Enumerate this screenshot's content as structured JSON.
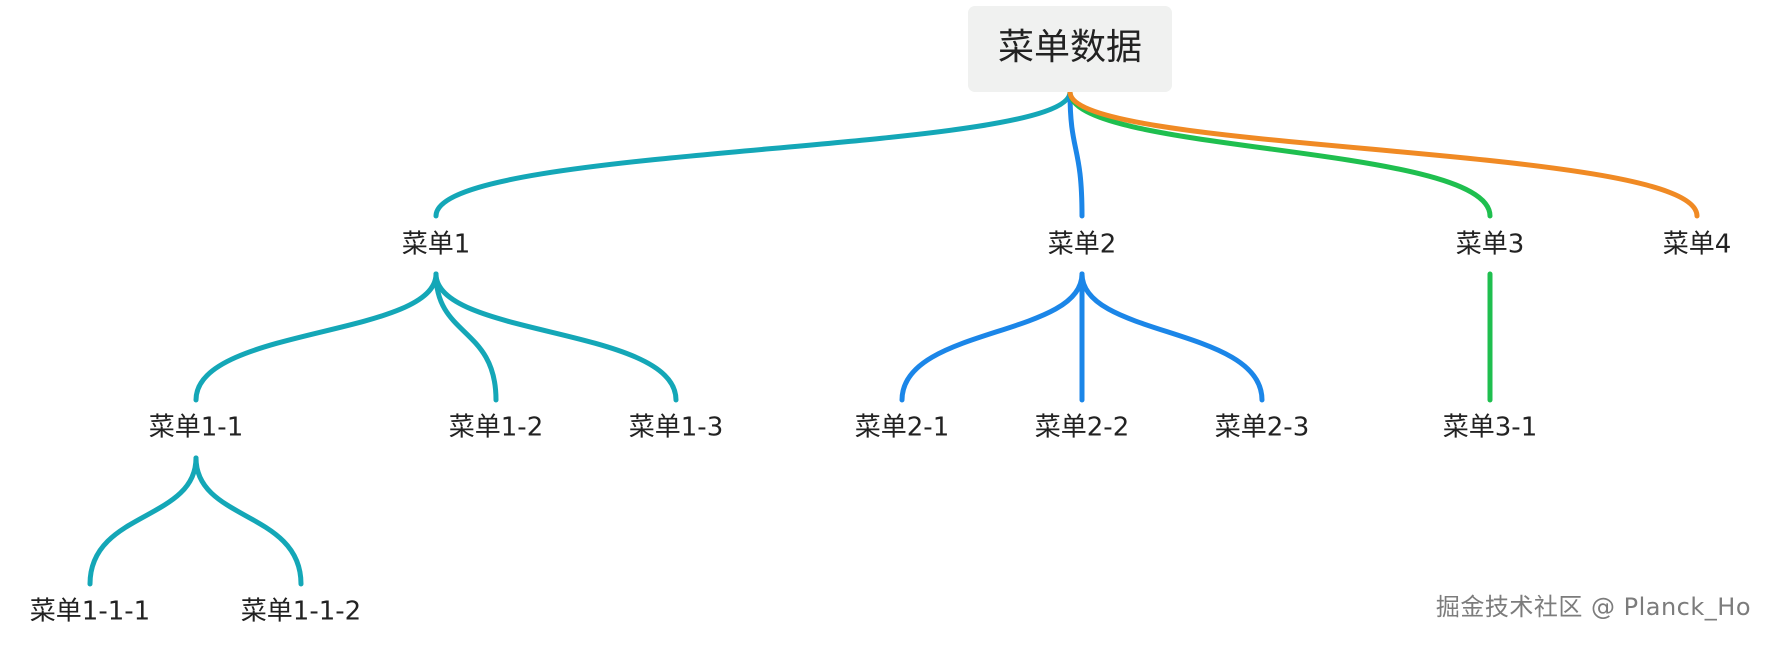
{
  "root": {
    "label": "菜单数据"
  },
  "branches": [
    {
      "id": "b1",
      "label": "菜单1",
      "color": "#14a7b7",
      "children": [
        {
          "id": "b1c1",
          "label": "菜单1-1",
          "children": [
            {
              "id": "b1c1g1",
              "label": "菜单1-1-1"
            },
            {
              "id": "b1c1g2",
              "label": "菜单1-1-2"
            }
          ]
        },
        {
          "id": "b1c2",
          "label": "菜单1-2",
          "children": []
        },
        {
          "id": "b1c3",
          "label": "菜单1-3",
          "children": []
        }
      ]
    },
    {
      "id": "b2",
      "label": "菜单2",
      "color": "#1b86e8",
      "children": [
        {
          "id": "b2c1",
          "label": "菜单2-1",
          "children": []
        },
        {
          "id": "b2c2",
          "label": "菜单2-2",
          "children": []
        },
        {
          "id": "b2c3",
          "label": "菜单2-3",
          "children": []
        }
      ]
    },
    {
      "id": "b3",
      "label": "菜单3",
      "color": "#1fbf4f",
      "children": [
        {
          "id": "b3c1",
          "label": "菜单3-1",
          "children": []
        }
      ]
    },
    {
      "id": "b4",
      "label": "菜单4",
      "color": "#f08a24",
      "children": []
    }
  ],
  "watermark": "掘金技术社区 @ Planck_Ho"
}
